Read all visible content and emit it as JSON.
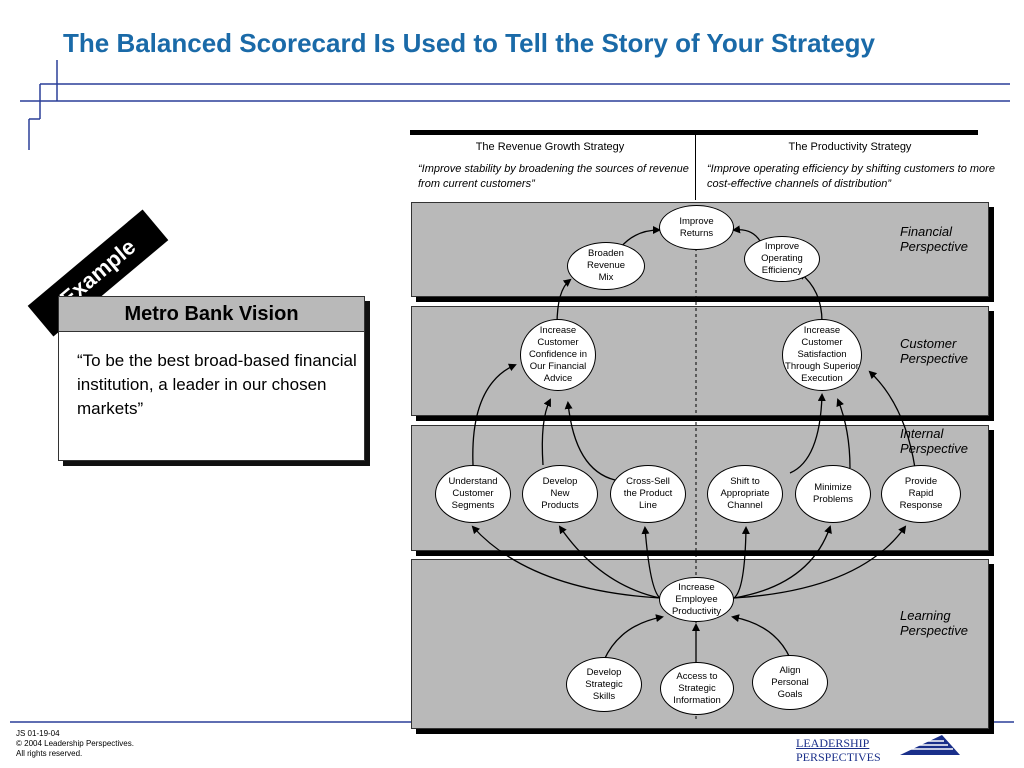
{
  "title": "The Balanced Scorecard Is Used to Tell the Story of Your Strategy",
  "example_label": "Example",
  "vision": {
    "title": "Metro Bank Vision",
    "text": "“To be the best broad-based financial institution, a leader in our chosen markets”"
  },
  "strategies": [
    {
      "name": "The Revenue Growth Strategy",
      "quote": "“Improve stability by broadening the sources of revenue from current customers”"
    },
    {
      "name": "The Productivity Strategy",
      "quote": "“Improve operating efficiency by shifting customers to more cost-effective channels of distribution”"
    }
  ],
  "perspectives": {
    "financial": "Financial Perspective",
    "customer": "Customer Perspective",
    "internal": "Internal Perspective",
    "learning": "Learning Perspective"
  },
  "nodes": {
    "improve_returns": [
      "Improve",
      "Returns"
    ],
    "broaden_revenue_mix": [
      "Broaden",
      "Revenue",
      "Mix"
    ],
    "improve_operating_efficiency": [
      "Improve",
      "Operating",
      "Efficiency"
    ],
    "increase_customer_confidence": [
      "Increase",
      "Customer",
      "Confidence in",
      "Our Financial",
      "Advice"
    ],
    "increase_customer_satisfaction": [
      "Increase",
      "Customer",
      "Satisfaction",
      "Through Superior",
      "Execution"
    ],
    "understand_segments": [
      "Understand",
      "Customer",
      "Segments"
    ],
    "develop_new_products": [
      "Develop",
      "New",
      "Products"
    ],
    "cross_sell": [
      "Cross-Sell",
      "the Product",
      "Line"
    ],
    "shift_channel": [
      "Shift to",
      "Appropriate",
      "Channel"
    ],
    "minimize_problems": [
      "Minimize",
      "Problems"
    ],
    "rapid_response": [
      "Provide",
      "Rapid",
      "Response"
    ],
    "employee_productivity": [
      "Increase",
      "Employee",
      "Productivity"
    ],
    "strategic_skills": [
      "Develop",
      "Strategic",
      "Skills"
    ],
    "strategic_information": [
      "Access to",
      "Strategic",
      "Information"
    ],
    "personal_goals": [
      "Align",
      "Personal",
      "Goals"
    ]
  },
  "footer": [
    "JS 01-19-04",
    "© 2004 Leadership Perspectives.",
    "All rights reserved."
  ],
  "logo": [
    "LEADERSHIP",
    "PERSPECTIVES"
  ],
  "colors": {
    "title": "#1a6aa8",
    "panel": "#b9b9b9",
    "logo": "#1a2f8a"
  }
}
